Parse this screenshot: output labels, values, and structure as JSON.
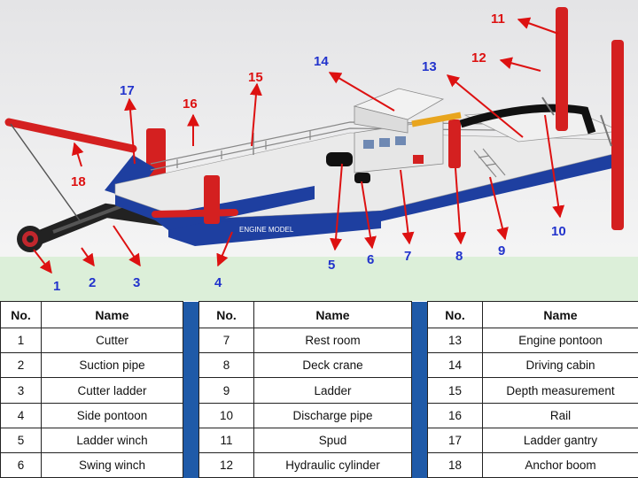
{
  "callouts": [
    {
      "num": "1",
      "color": "blue"
    },
    {
      "num": "2",
      "color": "blue"
    },
    {
      "num": "3",
      "color": "blue"
    },
    {
      "num": "4",
      "color": "blue"
    },
    {
      "num": "5",
      "color": "blue"
    },
    {
      "num": "6",
      "color": "blue"
    },
    {
      "num": "7",
      "color": "blue"
    },
    {
      "num": "8",
      "color": "blue"
    },
    {
      "num": "9",
      "color": "blue"
    },
    {
      "num": "10",
      "color": "blue"
    },
    {
      "num": "11",
      "color": "red"
    },
    {
      "num": "12",
      "color": "red"
    },
    {
      "num": "13",
      "color": "blue"
    },
    {
      "num": "14",
      "color": "blue"
    },
    {
      "num": "15",
      "color": "red"
    },
    {
      "num": "16",
      "color": "red"
    },
    {
      "num": "17",
      "color": "blue"
    },
    {
      "num": "18",
      "color": "red"
    }
  ],
  "hull_text": "ENGINE MODEL",
  "legend": {
    "header_no": "No.",
    "header_name": "Name",
    "rows": [
      [
        {
          "no": "1",
          "name": "Cutter"
        },
        {
          "no": "7",
          "name": "Rest room"
        },
        {
          "no": "13",
          "name": "Engine pontoon"
        }
      ],
      [
        {
          "no": "2",
          "name": "Suction pipe"
        },
        {
          "no": "8",
          "name": "Deck crane"
        },
        {
          "no": "14",
          "name": "Driving cabin"
        }
      ],
      [
        {
          "no": "3",
          "name": "Cutter ladder"
        },
        {
          "no": "9",
          "name": "Ladder"
        },
        {
          "no": "15",
          "name": "Depth measurement"
        }
      ],
      [
        {
          "no": "4",
          "name": "Side pontoon"
        },
        {
          "no": "10",
          "name": "Discharge pipe"
        },
        {
          "no": "16",
          "name": "Rail"
        }
      ],
      [
        {
          "no": "5",
          "name": "Ladder winch"
        },
        {
          "no": "11",
          "name": "Spud"
        },
        {
          "no": "17",
          "name": "Ladder gantry"
        }
      ],
      [
        {
          "no": "6",
          "name": "Swing winch"
        },
        {
          "no": "12",
          "name": "Hydraulic cylinder"
        },
        {
          "no": "18",
          "name": "Anchor boom"
        }
      ]
    ]
  },
  "colors": {
    "hull_blue": "#1e3fa0",
    "steel_red": "#d42020",
    "deck_white": "#f2f2f2",
    "water_green": "#dcefd9",
    "legend_gap_blue": "#1f5aa8"
  }
}
